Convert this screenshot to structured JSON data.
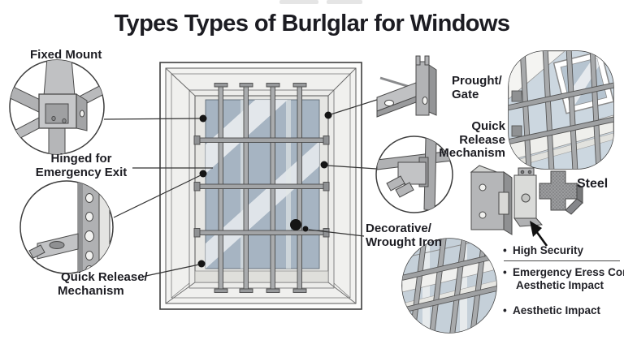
{
  "title": "Types Types of Burlglar for Windows",
  "labels": {
    "fixed_mount": "Fixed Mount",
    "hinged_1": "Hinged for",
    "hinged_2": "Emergency Exit",
    "quick_release_left_1": "Quick Release/",
    "quick_release_left_2": "Mechanism",
    "prought_1": "Prought/",
    "prought_2": "Gate",
    "quick_release_right_1": "Quick",
    "quick_release_right_2": "Release",
    "quick_release_right_3": "Mechanism",
    "decorative_1": "Decorative/",
    "decorative_2": "Wrought Iron",
    "steel": "Steel",
    "bullet_glyph": "•"
  },
  "bullets": [
    {
      "line1": "High Security"
    },
    {
      "line1": "Emergency Eress Compliant",
      "line2": "Aesthetic Impact"
    },
    {
      "line1": "Aesthetic Impact"
    }
  ],
  "colors": {
    "ink": "#1d1d23",
    "line_art": "#3f3f3f",
    "metal": "#b3b4b6",
    "glass": "#a6b4c2",
    "background": "#ffffff"
  }
}
